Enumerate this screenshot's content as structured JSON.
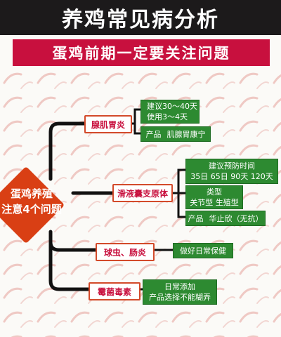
{
  "header": {
    "title": "养鸡常见病分析",
    "subtitle": "蛋鸡前期一定要关注问题"
  },
  "root": {
    "line1": "蛋鸡养殖",
    "line2": "注意4个问题"
  },
  "branches": [
    {
      "label": "腺肌胃炎",
      "leaves": [
        {
          "lines": [
            "建议30～40天",
            "使用3～4天"
          ]
        },
        {
          "parts": [
            "产品",
            "肌腺胃康宁"
          ]
        }
      ]
    },
    {
      "label": "滑液囊支原体",
      "leaves": [
        {
          "lines": [
            "建议预防时间",
            "35日 65日 90天  120天"
          ]
        },
        {
          "lines": [
            "类型",
            "关节型  生殖型"
          ]
        },
        {
          "parts": [
            "产品",
            "华止欣（无抗）"
          ]
        }
      ]
    },
    {
      "label": "球虫、肠炎",
      "leaves": [
        {
          "lines": [
            "做好日常保健"
          ]
        }
      ]
    },
    {
      "label": "霉菌毒素",
      "leaves": [
        {
          "lines": [
            "日常添加",
            "产品选择不能糊弄"
          ]
        }
      ]
    }
  ],
  "colors": {
    "title_bg": "#1c1a1b",
    "banner_bg": "#c8103e",
    "root_fill": "#d93f14",
    "branch_text": "#c8103e",
    "leaf_fill": "#2d8a31",
    "connector": "#111111"
  }
}
